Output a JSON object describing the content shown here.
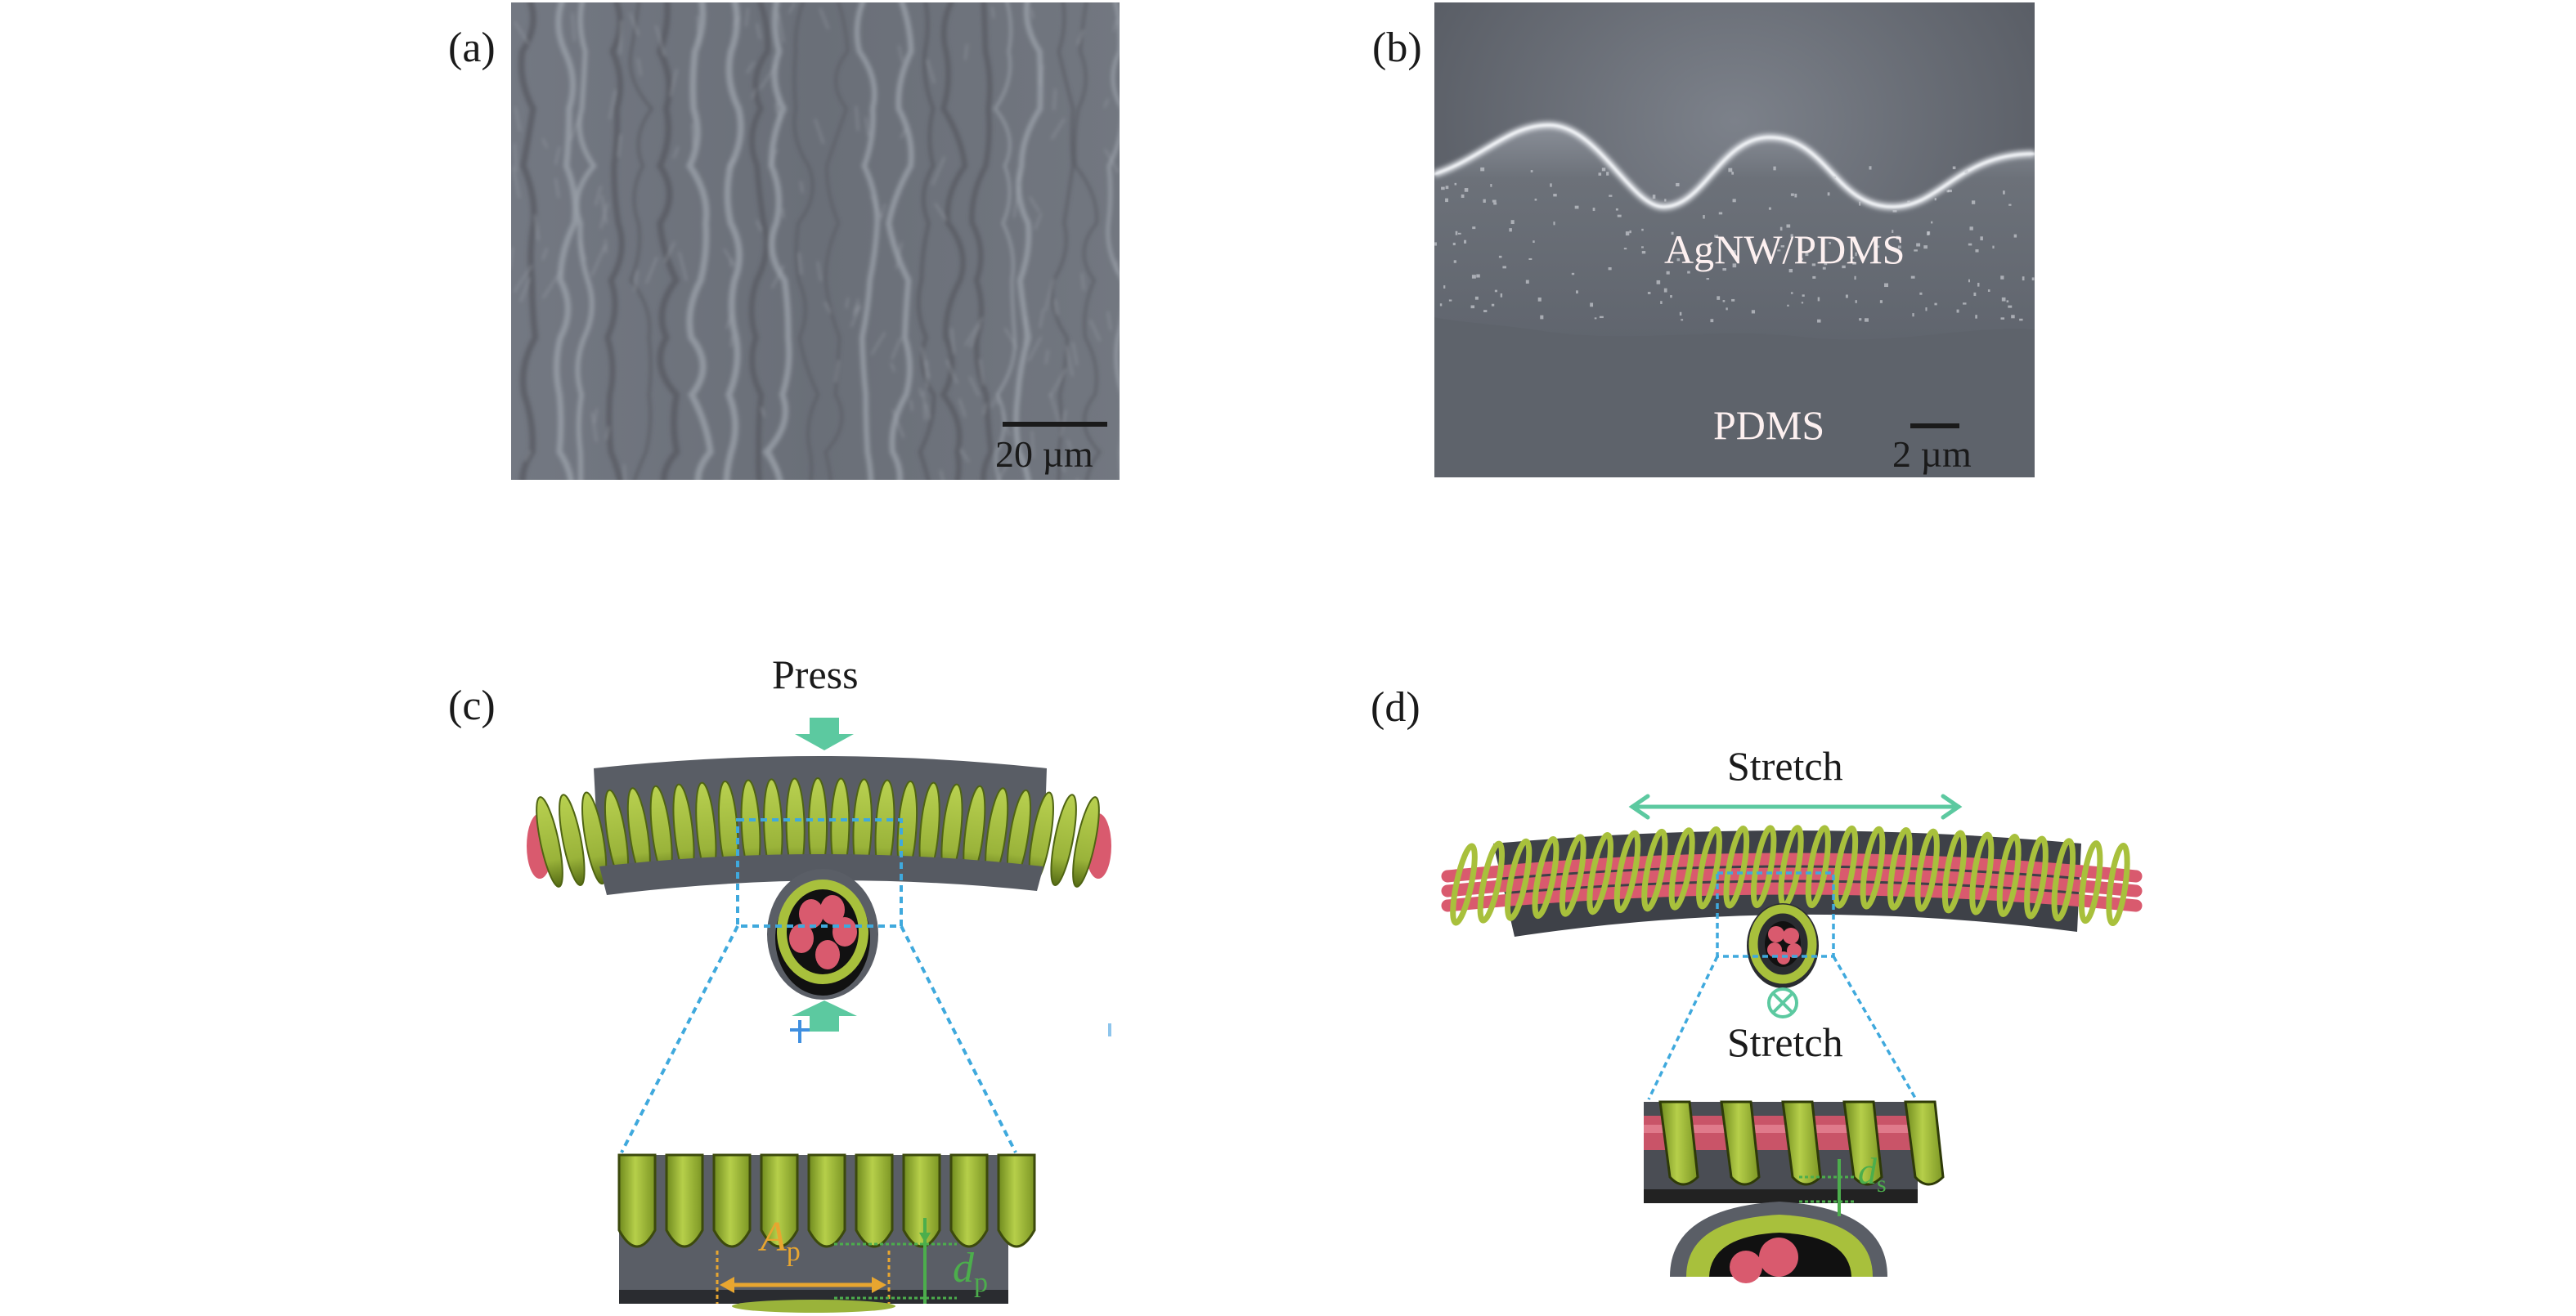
{
  "figure": {
    "panels": [
      {
        "id": "a",
        "label": "(a)",
        "type": "sem-micrograph-top-view",
        "scale_bar": "20 µm"
      },
      {
        "id": "b",
        "label": "(b)",
        "type": "sem-micrograph-cross-section",
        "annotations": [
          "AgNW/PDMS",
          "PDMS"
        ],
        "scale_bar": "2 µm"
      },
      {
        "id": "c",
        "label": "(c)",
        "type": "schematic",
        "top_caption": "Press",
        "inset_symbols": {
          "spacing": {
            "main": "A",
            "sub": "p"
          },
          "gap": {
            "main": "d",
            "sub": "p"
          }
        }
      },
      {
        "id": "d",
        "label": "(d)",
        "type": "schematic",
        "top_caption": "Stretch",
        "bottom_caption": "Stretch",
        "into_page_symbol": "⊗",
        "inset_symbols": {
          "gap": {
            "main": "d",
            "sub": "s"
          }
        }
      }
    ]
  },
  "colors": {
    "arrow": "#5cc9a0",
    "coil_green": "#a8c03c",
    "core_red": "#d95a6e",
    "shell_gray": "#5a5e66",
    "zoom_dashes": "#3fa9dd",
    "spacing_orange": "#e8a630",
    "gap_green": "#4cae4c",
    "sem_a": "#6e737c",
    "sem_b": "#60656e",
    "sem_text": "#fdf0f0"
  }
}
